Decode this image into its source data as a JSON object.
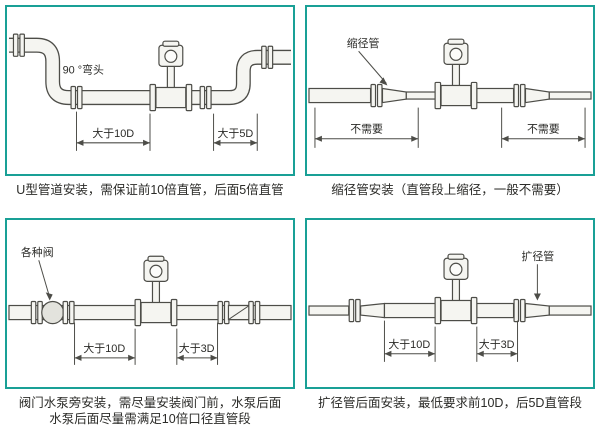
{
  "colors": {
    "panel_border": "#19a096",
    "line": "#4d4d48",
    "pipe_fill": "#f5f5f1",
    "text": "#2b2b28"
  },
  "panels": [
    {
      "name": "u-type",
      "caption": "U型管道安装，需保证前10倍直管，后面5倍直管",
      "labels": [
        {
          "text": "90 °弯头"
        }
      ],
      "dims": [
        {
          "label": "大于10D"
        },
        {
          "label": "大于5D"
        }
      ]
    },
    {
      "name": "reducer",
      "caption": "缩径管安装（直管段上缩径，一般不需要）",
      "labels": [
        {
          "text": "缩径管"
        }
      ],
      "dims": [
        {
          "label": "不需要"
        },
        {
          "label": "不需要"
        }
      ]
    },
    {
      "name": "valve-pump",
      "caption": "阀门水泵旁安装，需尽量安装阀门前，水泵后面\n水泵后面尽量需满足10倍口径直管段",
      "labels": [
        {
          "text": "各种阀"
        }
      ],
      "dims": [
        {
          "label": "大于10D"
        },
        {
          "label": "大于3D"
        }
      ]
    },
    {
      "name": "expander",
      "caption": "扩径管后面安装，最低要求前10D，后5D直管段",
      "labels": [
        {
          "text": "扩径管"
        }
      ],
      "dims": [
        {
          "label": "大于10D"
        },
        {
          "label": "大于3D"
        }
      ]
    }
  ]
}
